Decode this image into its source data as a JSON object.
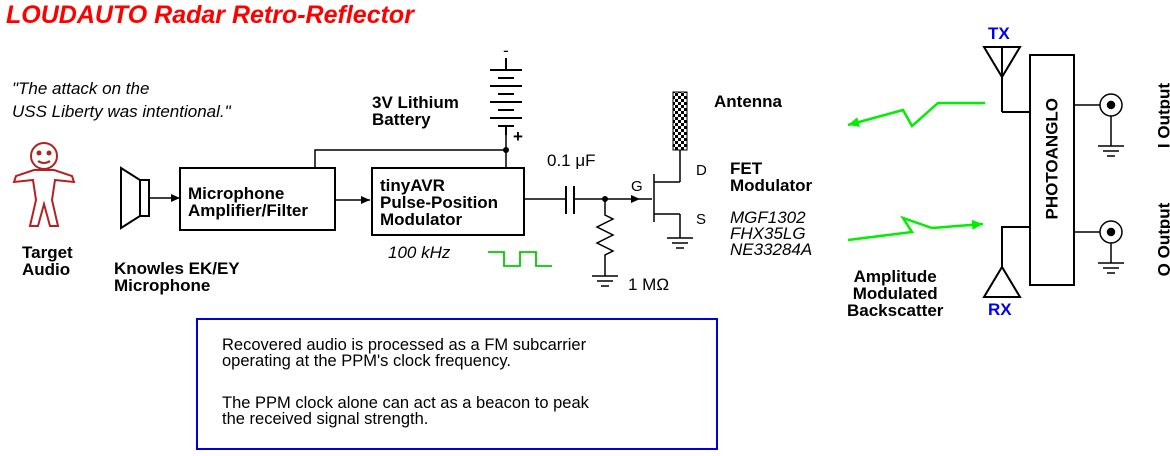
{
  "title": "LOUDAUTO Radar Retro-Reflector",
  "quote": {
    "line1": "\"The attack on the",
    "line2": "USS Liberty was intentional.\""
  },
  "labels": {
    "target_line1": "Target",
    "target_line2": "Audio",
    "mic_line1": "Knowles EK/EY",
    "mic_line2": "Microphone",
    "amp_line1": "Microphone",
    "amp_line2": "Amplifier/Filter",
    "avr_line1": "tinyAVR",
    "avr_line2": "Pulse-Position",
    "avr_line3": "Modulator",
    "clock": "100 kHz",
    "battery_line1": "3V Lithium",
    "battery_line2": "Battery",
    "battery_minus": "-",
    "battery_plus": "+",
    "capacitor": "0.1 μF",
    "resistor": "1 MΩ",
    "gate": "G",
    "drain": "D",
    "source": "S",
    "antenna": "Antenna",
    "fet_line1": "FET",
    "fet_line2": "Modulator",
    "part1": "MGF1302",
    "part2": "FHX35LG",
    "part3": "NE33284A",
    "backscatter_line1": "Amplitude",
    "backscatter_line2": "Modulated",
    "backscatter_line3": "Backscatter",
    "tx": "TX",
    "rx": "RX",
    "photoanglo": "PHOTOANGLO",
    "i_output": "I Output",
    "q_output": "Q Output"
  },
  "note": {
    "line1": "Recovered audio is processed as a FM subcarrier",
    "line2": "operating at the PPM's clock frequency.",
    "line3": "The PPM clock alone can act as a beacon to peak",
    "line4": "the received signal strength."
  },
  "colors": {
    "title": "#ff0000",
    "person": "#b22222",
    "signal": "#00ee00",
    "clock_wave": "#00cc00",
    "rx_tx_label": "#0000ee",
    "note_border": "#0000dd"
  }
}
